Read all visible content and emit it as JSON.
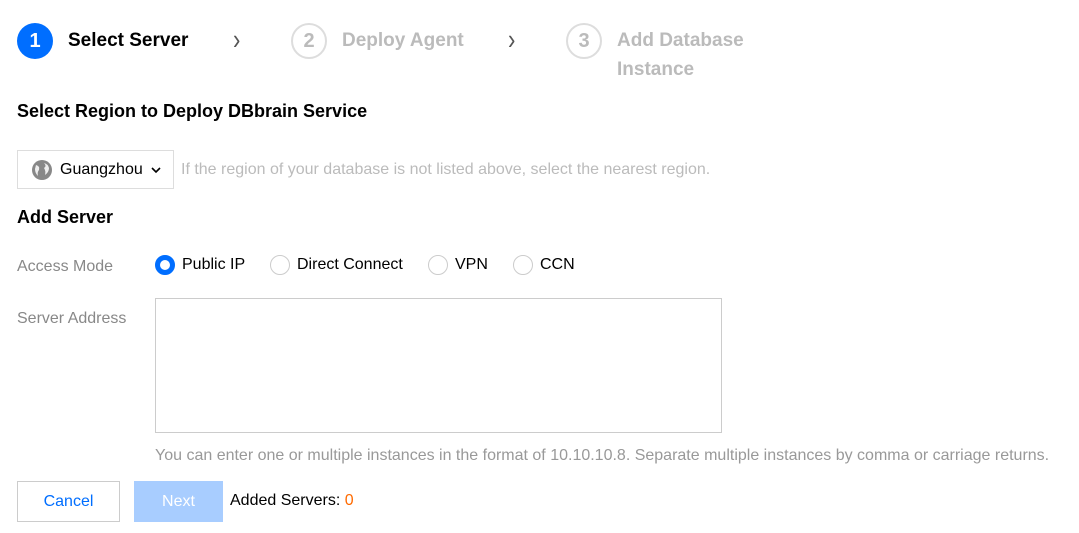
{
  "steps": [
    {
      "num": "1",
      "title": "Select Server"
    },
    {
      "num": "2",
      "title": "Deploy Agent"
    },
    {
      "num": "3",
      "title_line1": "Add Database",
      "title_line2": "Instance"
    }
  ],
  "region": {
    "heading": "Select Region to Deploy DBbrain Service",
    "selected": "Guangzhou",
    "hint": "If the region of your database is not listed above, select the nearest region."
  },
  "server": {
    "heading": "Add Server",
    "access_label": "Access Mode",
    "modes": [
      "Public IP",
      "Direct Connect",
      "VPN",
      "CCN"
    ],
    "selected_mode": "Public IP",
    "address_label": "Server Address",
    "address_value": "",
    "address_hint": "You can enter one or multiple instances in the format of 10.10.10.8. Separate multiple instances by comma or carriage returns."
  },
  "footer": {
    "cancel": "Cancel",
    "next": "Next",
    "added_label": "Added Servers:",
    "added_count": "0"
  },
  "colors": {
    "accent": "#006eff",
    "count": "#ff6a00"
  }
}
